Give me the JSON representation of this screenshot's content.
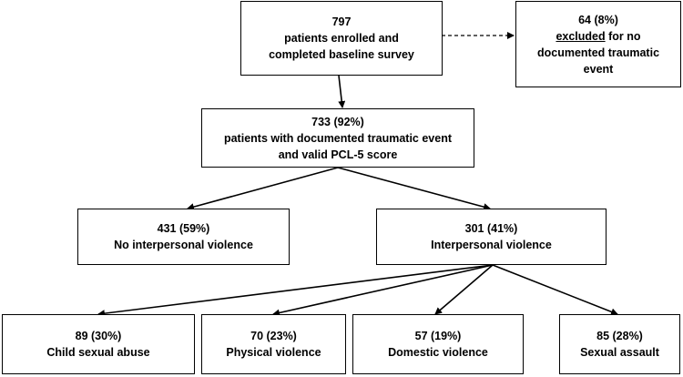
{
  "nodes": {
    "enrolled": {
      "count": "797",
      "line1": "patients enrolled and",
      "line2": "completed baseline survey"
    },
    "excluded": {
      "count": "64 (8%)",
      "word": "excluded",
      "line1_rest": " for no",
      "line2": "documented traumatic",
      "line3": "event"
    },
    "documented": {
      "count": "733 (92%)",
      "line1": "patients with documented traumatic event",
      "line2": "and valid PCL-5 score"
    },
    "no_ipv": {
      "count": "431 (59%)",
      "label": "No interpersonal violence"
    },
    "ipv": {
      "count": "301 (41%)",
      "label": "Interpersonal violence"
    },
    "child_sexual_abuse": {
      "count": "89 (30%)",
      "label": "Child sexual abuse"
    },
    "physical_violence": {
      "count": "70 (23%)",
      "label": "Physical violence"
    },
    "domestic_violence": {
      "count": "57 (19%)",
      "label": "Domestic violence"
    },
    "sexual_assault": {
      "count": "85 (28%)",
      "label": "Sexual assault"
    }
  }
}
